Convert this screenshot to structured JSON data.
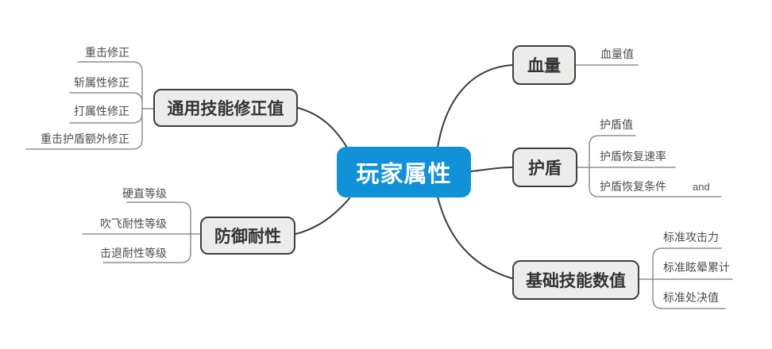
{
  "central": {
    "label": "玩家属性"
  },
  "branches": [
    {
      "label": "通用技能修正值",
      "children": [
        {
          "label": "重击修正"
        },
        {
          "label": "斩属性修正"
        },
        {
          "label": "打属性修正"
        },
        {
          "label": "重击护盾额外修正"
        }
      ]
    },
    {
      "label": "防御耐性",
      "children": [
        {
          "label": "硬直等级"
        },
        {
          "label": "吹飞耐性等级"
        },
        {
          "label": "击退耐性等级"
        }
      ]
    },
    {
      "label": "血量",
      "children": [
        {
          "label": "血量值"
        }
      ]
    },
    {
      "label": "护盾",
      "children": [
        {
          "label": "护盾值"
        },
        {
          "label": "护盾恢复速率"
        },
        {
          "label": "护盾恢复条件",
          "annotation": "and"
        }
      ]
    },
    {
      "label": "基础技能数值",
      "children": [
        {
          "label": "标准攻击力"
        },
        {
          "label": "标准眩晕累计"
        },
        {
          "label": "标准处决值"
        }
      ]
    }
  ],
  "colors": {
    "central_bg": "#1191d7",
    "central_text": "#ffffff",
    "node_bg": "#ececeb",
    "node_border": "#3f3f3f",
    "node_text": "#333333",
    "branch_line": "#3c3c3c",
    "child_line": "#8f8f8f",
    "child_text": "#4d4d4d"
  }
}
